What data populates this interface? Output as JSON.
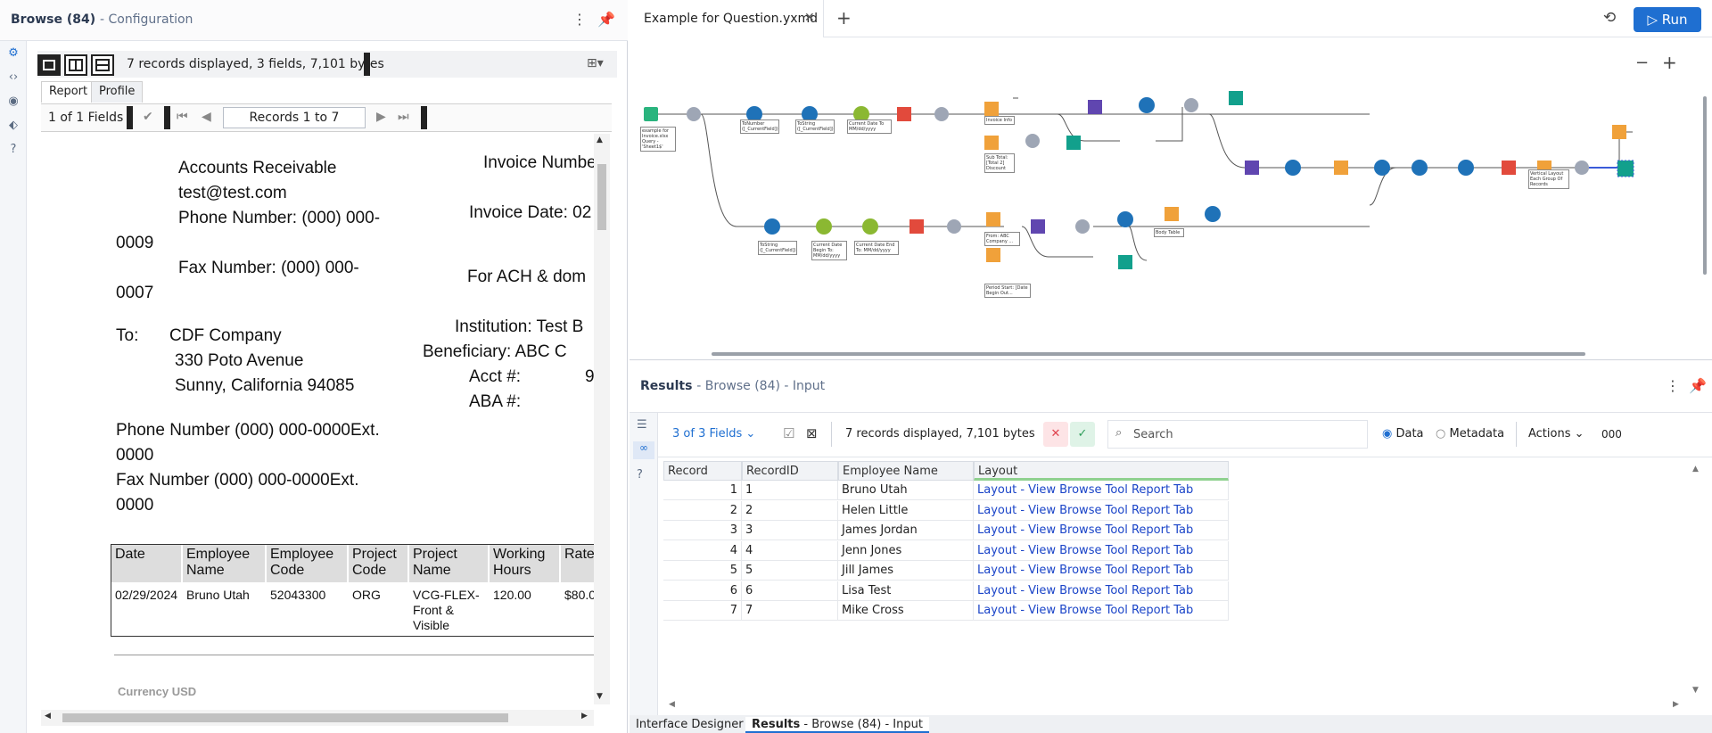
{
  "left": {
    "title": "Browse (84)",
    "subtitle": "- Configuration",
    "info": "7 records displayed, 3 fields, 7,101 bytes",
    "tabs": [
      "Report",
      "Profile"
    ],
    "field_count": "1 of 1 Fields",
    "records": "Records 1 to 7"
  },
  "report": {
    "ar": "Accounts Receivable",
    "email": "test@test.com",
    "phone1": "Phone Number: (000) 000-",
    "phone1b": "0009",
    "fax1": "Fax Number:     (000) 000-",
    "fax1b": "0007",
    "inv_num": "Invoice Numbe",
    "inv_date": "Invoice Date: 02",
    "ach": "For ACH & dom",
    "institution": "Institution:  Test B",
    "beneficiary": "Beneficiary:    ABC C",
    "acct": "Acct #:",
    "acct_v": "9",
    "aba": "ABA #:",
    "to": "To:",
    "company": "CDF Company",
    "addr1": "330 Poto Avenue",
    "addr2": "Sunny, California 94085",
    "phone2": "Phone Number (000) 000-0000Ext.",
    "phone2b": "0000",
    "fax2": "Fax Number   (000) 000-0000Ext.",
    "fax2b": "0000",
    "table_headers": [
      "Date",
      "Employee Name",
      "Employee Code",
      "Project Code",
      "Project Name",
      "Working Hours",
      "Rate"
    ],
    "table_row": [
      "02/29/2024",
      "Bruno Utah",
      "52043300",
      "ORG",
      "VCG-FLEX-Front & Visible",
      "120.00",
      "$80.0"
    ],
    "currency": "Currency USD"
  },
  "canvas": {
    "tab": "Example for Question.yxmd",
    "run": "Run",
    "zoom_out": "−",
    "zoom_in": "+",
    "labels": [
      "example for Invoice.xlsx Query - 'Sheet1$'",
      "ToNumber ([_CurrentField])",
      "ToString ([_CurrentField])",
      "Current Date To MM/dd/yyyy",
      "Invoice Info",
      "Sub Total: [Total 2] Discount",
      "ToString ([_CurrentField])",
      "Current Date Begin To: MM/dd/yyyy",
      "Current Date End To: MM/dd/yyyy",
      "From: ABC Company ...",
      "Period Start: [Date Begin Out...",
      "Body Table",
      "Vertical Layout Each Group Of Records"
    ]
  },
  "results": {
    "title": "Results",
    "subtitle": "- Browse (84) - Input",
    "fields": "3 of 3 Fields",
    "info": "7 records displayed, 7,101 bytes",
    "search_placeholder": "Search",
    "data": "Data",
    "metadata": "Metadata",
    "actions": "Actions",
    "zeros": "000",
    "columns": [
      "Record",
      "RecordID",
      "Employee Name",
      "Layout"
    ],
    "rows": [
      {
        "record": "1",
        "id": "1",
        "name": "Bruno Utah",
        "layout": "Layout - View Browse Tool Report Tab"
      },
      {
        "record": "2",
        "id": "2",
        "name": "Helen Little",
        "layout": "Layout - View Browse Tool Report Tab"
      },
      {
        "record": "3",
        "id": "3",
        "name": "James Jordan",
        "layout": "Layout - View Browse Tool Report Tab"
      },
      {
        "record": "4",
        "id": "4",
        "name": "Jenn Jones",
        "layout": "Layout - View Browse Tool Report Tab"
      },
      {
        "record": "5",
        "id": "5",
        "name": "Jill James",
        "layout": "Layout - View Browse Tool Report Tab"
      },
      {
        "record": "6",
        "id": "6",
        "name": "Lisa Test",
        "layout": "Layout - View Browse Tool Report Tab"
      },
      {
        "record": "7",
        "id": "7",
        "name": "Mike Cross",
        "layout": "Layout - View Browse Tool Report Tab"
      }
    ],
    "bottom_tabs": [
      "Interface Designer",
      "Results",
      "- Browse (84) - Input"
    ]
  },
  "colors": {
    "accent": "#1f6fd1",
    "link": "#1a44c8",
    "green": "#2f9e5b",
    "red": "#e0434e"
  }
}
